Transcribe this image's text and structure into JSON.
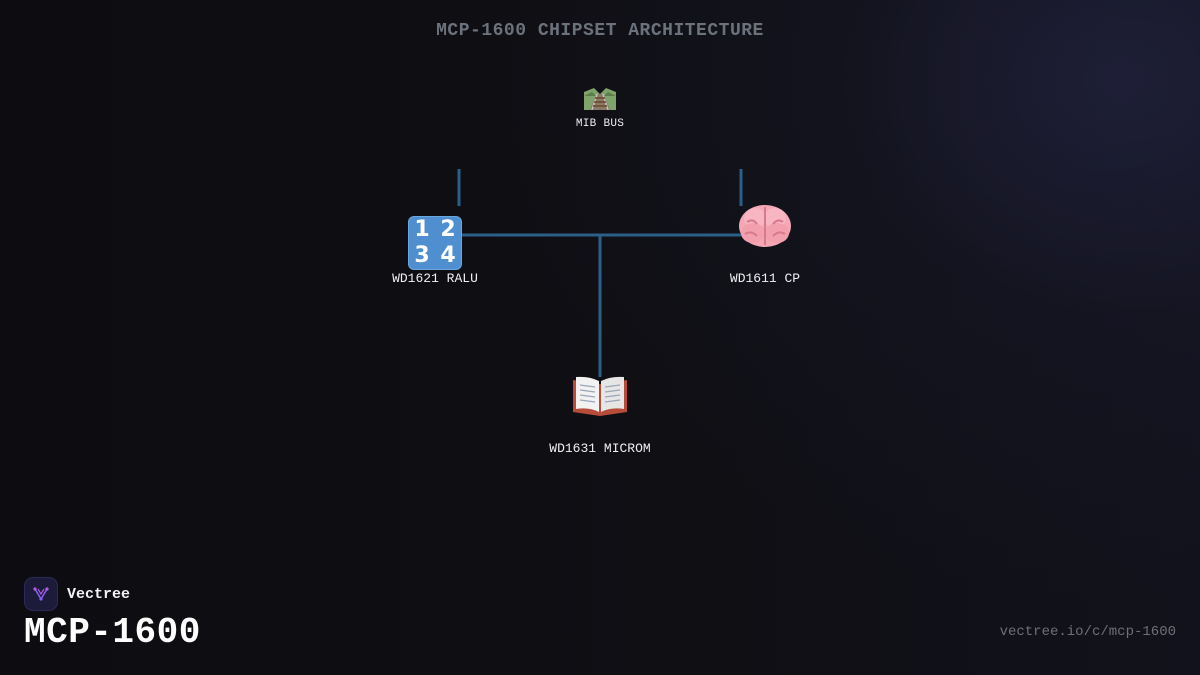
{
  "diagram": {
    "title": "MCP-1600 CHIPSET ARCHITECTURE",
    "bus": {
      "label": "MIB BUS",
      "icon": "railway-track-icon"
    },
    "nodes": [
      {
        "id": "ralu",
        "label": "WD1621 RALU",
        "icon": "input-numbers-icon"
      },
      {
        "id": "cp",
        "label": "WD1611 CP",
        "icon": "brain-icon"
      },
      {
        "id": "microm",
        "label": "WD1631 MICROM",
        "icon": "open-book-icon"
      }
    ],
    "connections": [
      {
        "from": "bus",
        "to": "ralu"
      },
      {
        "from": "bus",
        "to": "cp"
      },
      {
        "from": "bus",
        "to": "microm"
      }
    ],
    "colors": {
      "wire": "#2c5f88",
      "title": "#6c727c"
    }
  },
  "keypad_digits": [
    "1",
    "2",
    "3",
    "4"
  ],
  "footer": {
    "brand": "Vectree",
    "product": "MCP-1600",
    "url": "vectree.io/c/mcp-1600"
  }
}
